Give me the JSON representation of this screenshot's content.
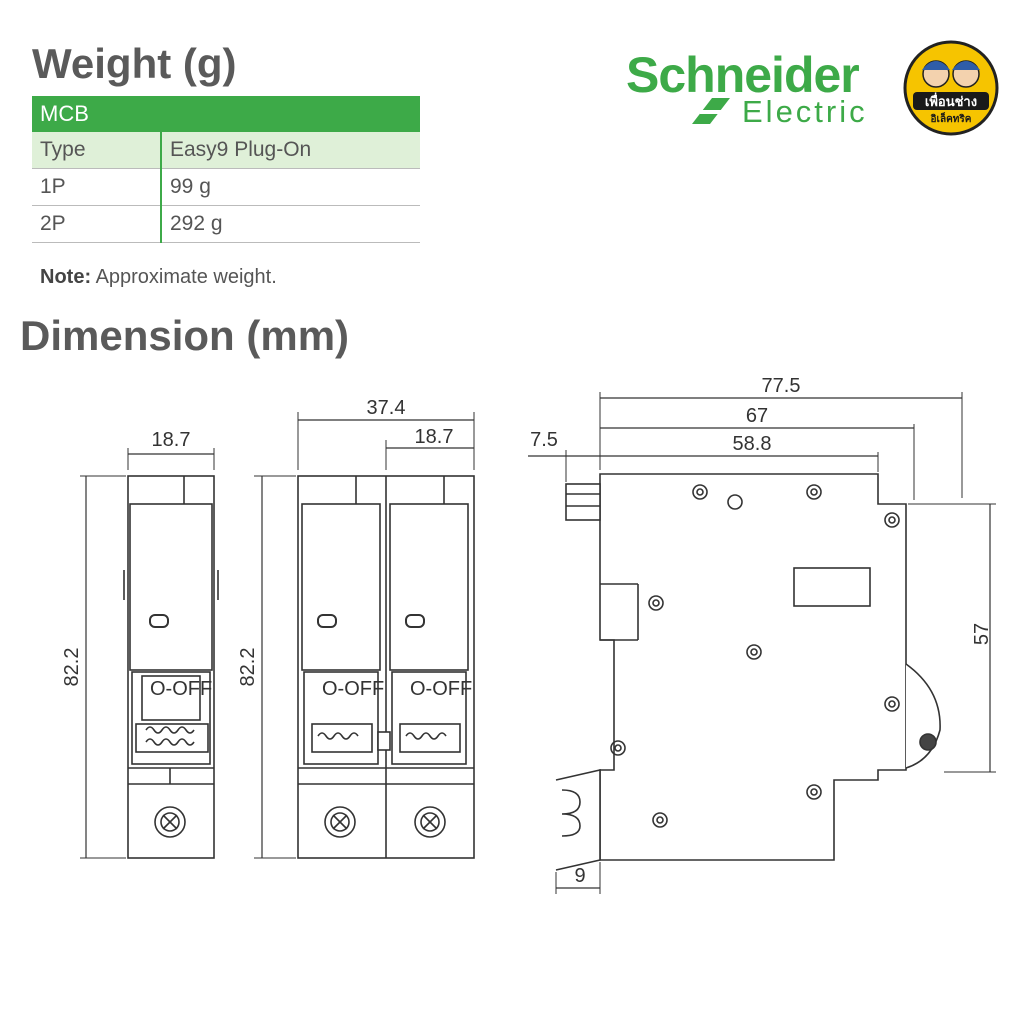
{
  "weight_section": {
    "title": "Weight (g)",
    "table": {
      "group": "MCB",
      "header": [
        "Type",
        "Easy9 Plug-On"
      ],
      "rows": [
        [
          "1P",
          "99 g"
        ],
        [
          "2P",
          "292 g"
        ]
      ]
    },
    "note_label": "Note:",
    "note_text": "Approximate weight."
  },
  "brand": {
    "name": "Schneider",
    "sub": "Electric",
    "badge_text": "เพื่อนช่าง",
    "badge_sub": "อิเล็คทริค",
    "color": "#3daa48"
  },
  "dimension_section": {
    "title": "Dimension (mm)",
    "labels": {
      "width_1p": "18.7",
      "height_1p": "82.2",
      "width_2p": "37.4",
      "width_2p_pole": "18.7",
      "height_2p": "82.2",
      "side_total": "77.5",
      "side_67": "67",
      "side_58": "58.8",
      "side_7_5": "7.5",
      "side_57": "57",
      "side_9": "9"
    },
    "switch_label": "O-OFF"
  }
}
